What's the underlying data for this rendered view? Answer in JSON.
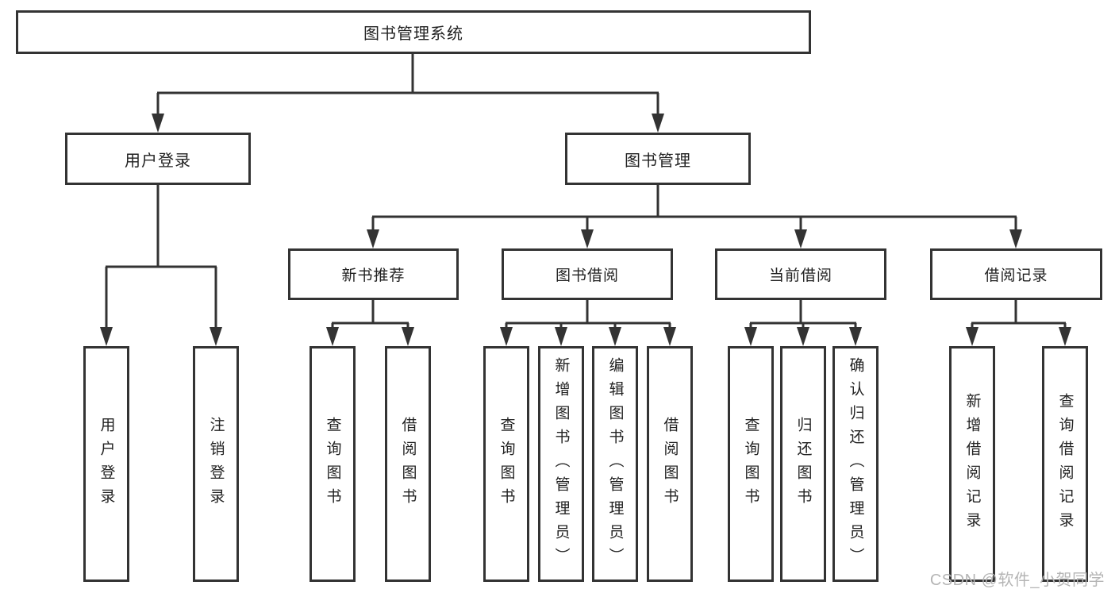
{
  "diagram": {
    "nodes": {
      "root": "图书管理系统",
      "level2": {
        "user_login": "用户登录",
        "book_management": "图书管理"
      },
      "level3": {
        "new_book_recommend": "新书推荐",
        "book_borrowing": "图书借阅",
        "current_borrowing": "当前借阅",
        "borrowing_records": "借阅记录"
      },
      "leaves": {
        "user": [
          "用户登录",
          "注销登录"
        ],
        "new_book": [
          "查询图书",
          "借阅图书"
        ],
        "borrow": [
          "查询图书",
          "新增图书（管理员）",
          "编辑图书（管理员）",
          "借阅图书"
        ],
        "current": [
          "查询图书",
          "归还图书",
          "确认归还（管理员）"
        ],
        "record": [
          "新增借阅记录",
          "查询借阅记录"
        ]
      }
    },
    "watermark": "CSDN @软件_小贺同学",
    "colors": {
      "line": "#333333",
      "box_background": "#ffffff",
      "text": "#222222",
      "watermark_text": "#b5b5b5"
    }
  }
}
